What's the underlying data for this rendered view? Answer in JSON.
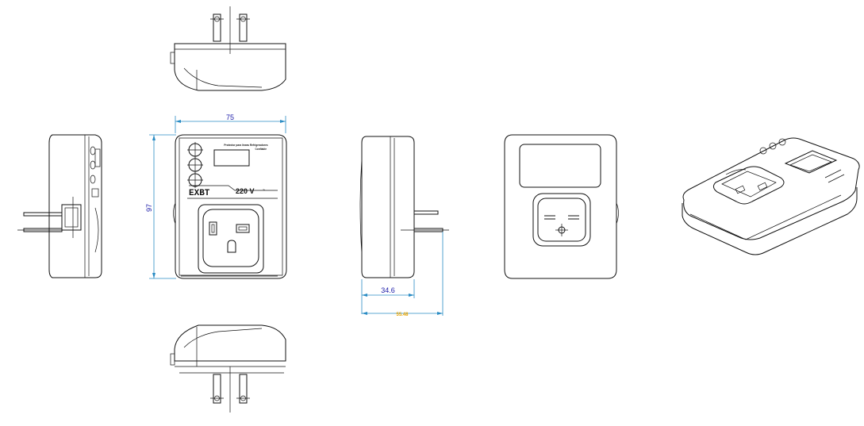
{
  "drawing": {
    "dimensions": {
      "width": "75",
      "height": "97",
      "depth_body": "34.6",
      "depth_total": "55.48"
    },
    "front_panel": {
      "brand": "EXBT",
      "voltage": "220 V",
      "voltage_suffix": "~",
      "header_line1": "Protector para líneas Refrigeradores",
      "header_line2": "Confiable"
    },
    "colors": {
      "dimension_line": "#2a8cc4",
      "dimension_text": "#1a1aa8",
      "dimension_highlight": "#e8a400",
      "outline": "#111111"
    }
  }
}
